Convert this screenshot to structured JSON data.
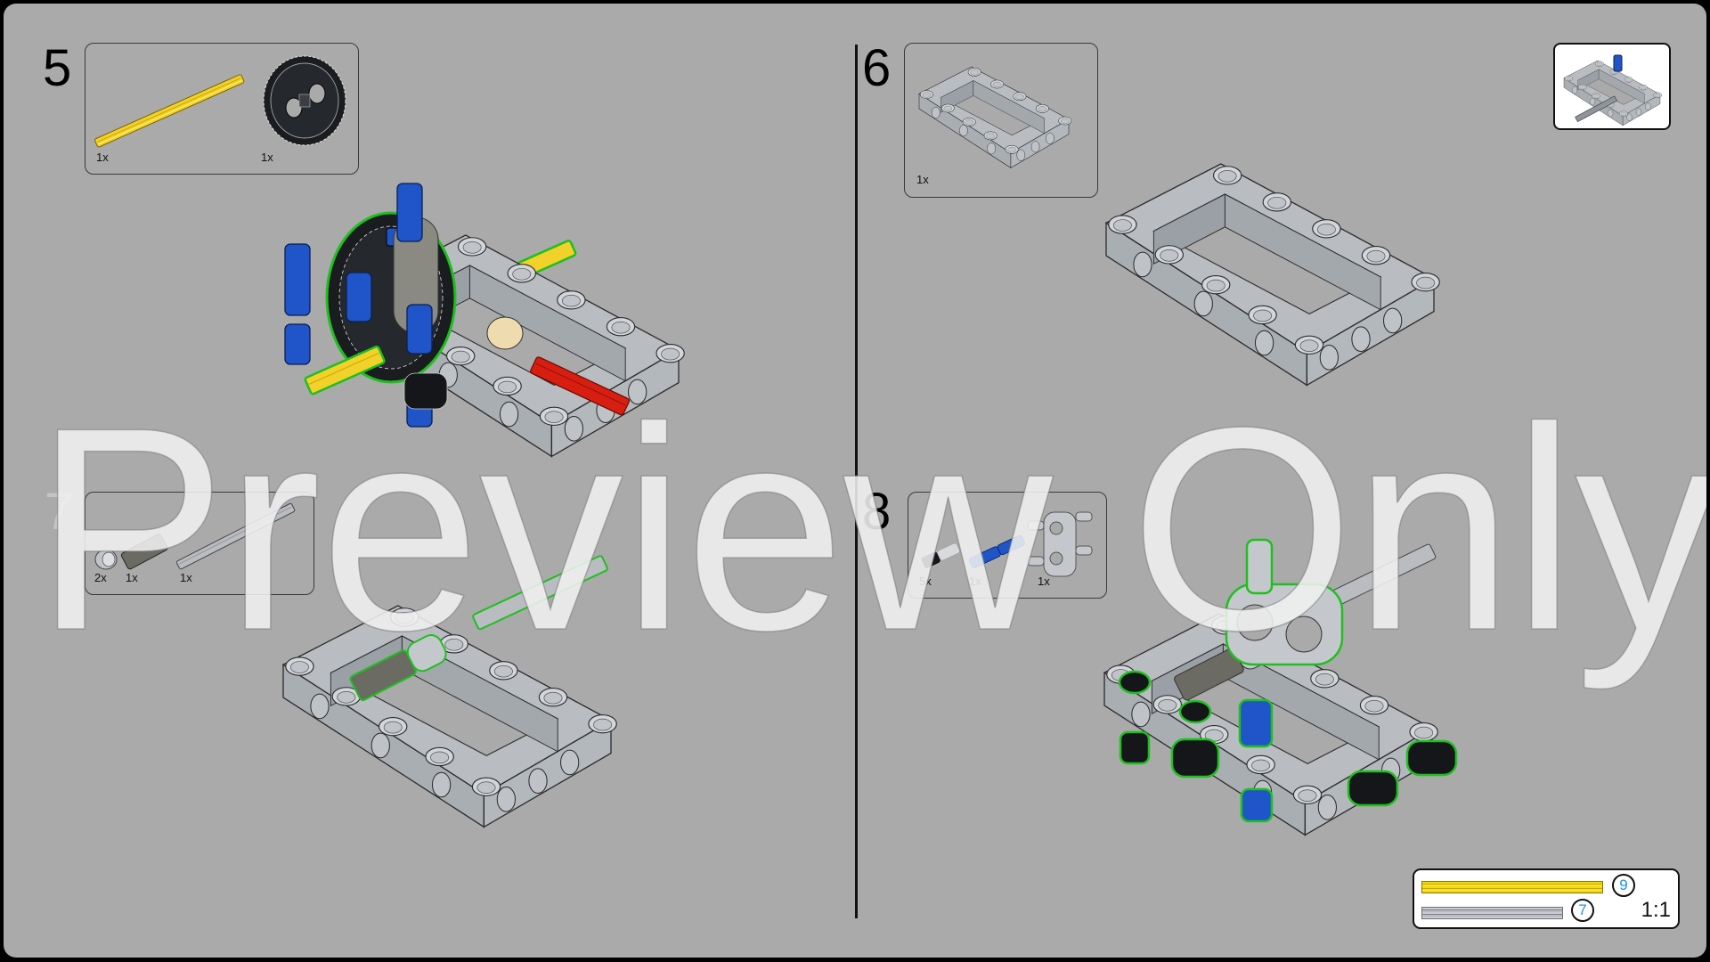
{
  "page": {
    "background": "#aaaaaa",
    "border_color": "#000000"
  },
  "steps": [
    {
      "number": "5",
      "parts": [
        {
          "name": "axle-yellow-long",
          "color": "#f2d12a",
          "qty": "1x"
        },
        {
          "name": "gear-36-tooth-black",
          "color": "#1a1c1f",
          "qty": "1x"
        }
      ]
    },
    {
      "number": "6",
      "parts": [
        {
          "name": "frame-5x7-open-center",
          "color": "#b9bdc1",
          "qty": "1x"
        }
      ]
    },
    {
      "number": "7",
      "parts": [
        {
          "name": "bush-half-light-gray",
          "color": "#c0c4c8",
          "qty": "2x"
        },
        {
          "name": "axle-connector-dark-gray",
          "color": "#6b6b64",
          "qty": "1x"
        },
        {
          "name": "axle-light-gray",
          "color": "#b9bdc1",
          "qty": "1x"
        }
      ]
    },
    {
      "number": "8",
      "parts": [
        {
          "name": "pin-black",
          "color": "#14161a",
          "qty": "5x"
        },
        {
          "name": "pin-long-blue",
          "color": "#1f55c9",
          "qty": "1x"
        },
        {
          "name": "connector-double-pin-light-gray",
          "color": "#b9bdc1",
          "qty": "1x"
        }
      ]
    }
  ],
  "legend": {
    "rows": [
      {
        "label": "9",
        "color": "yellow"
      },
      {
        "label": "7",
        "color": "gray"
      }
    ],
    "scale": "1:1"
  },
  "watermark": "Preview Only",
  "colors": {
    "frame": "#b9bdc1",
    "frame_dark": "#8f959a",
    "outline": "#2a2a2a",
    "highlight": "#1fbf1f",
    "yellow": "#f2d12a",
    "red": "#d81e10",
    "blue": "#1f55c9",
    "black": "#14161a",
    "tan": "#efdcae",
    "dark_gray": "#6b6b64",
    "label_blue": "#1e90e8"
  }
}
